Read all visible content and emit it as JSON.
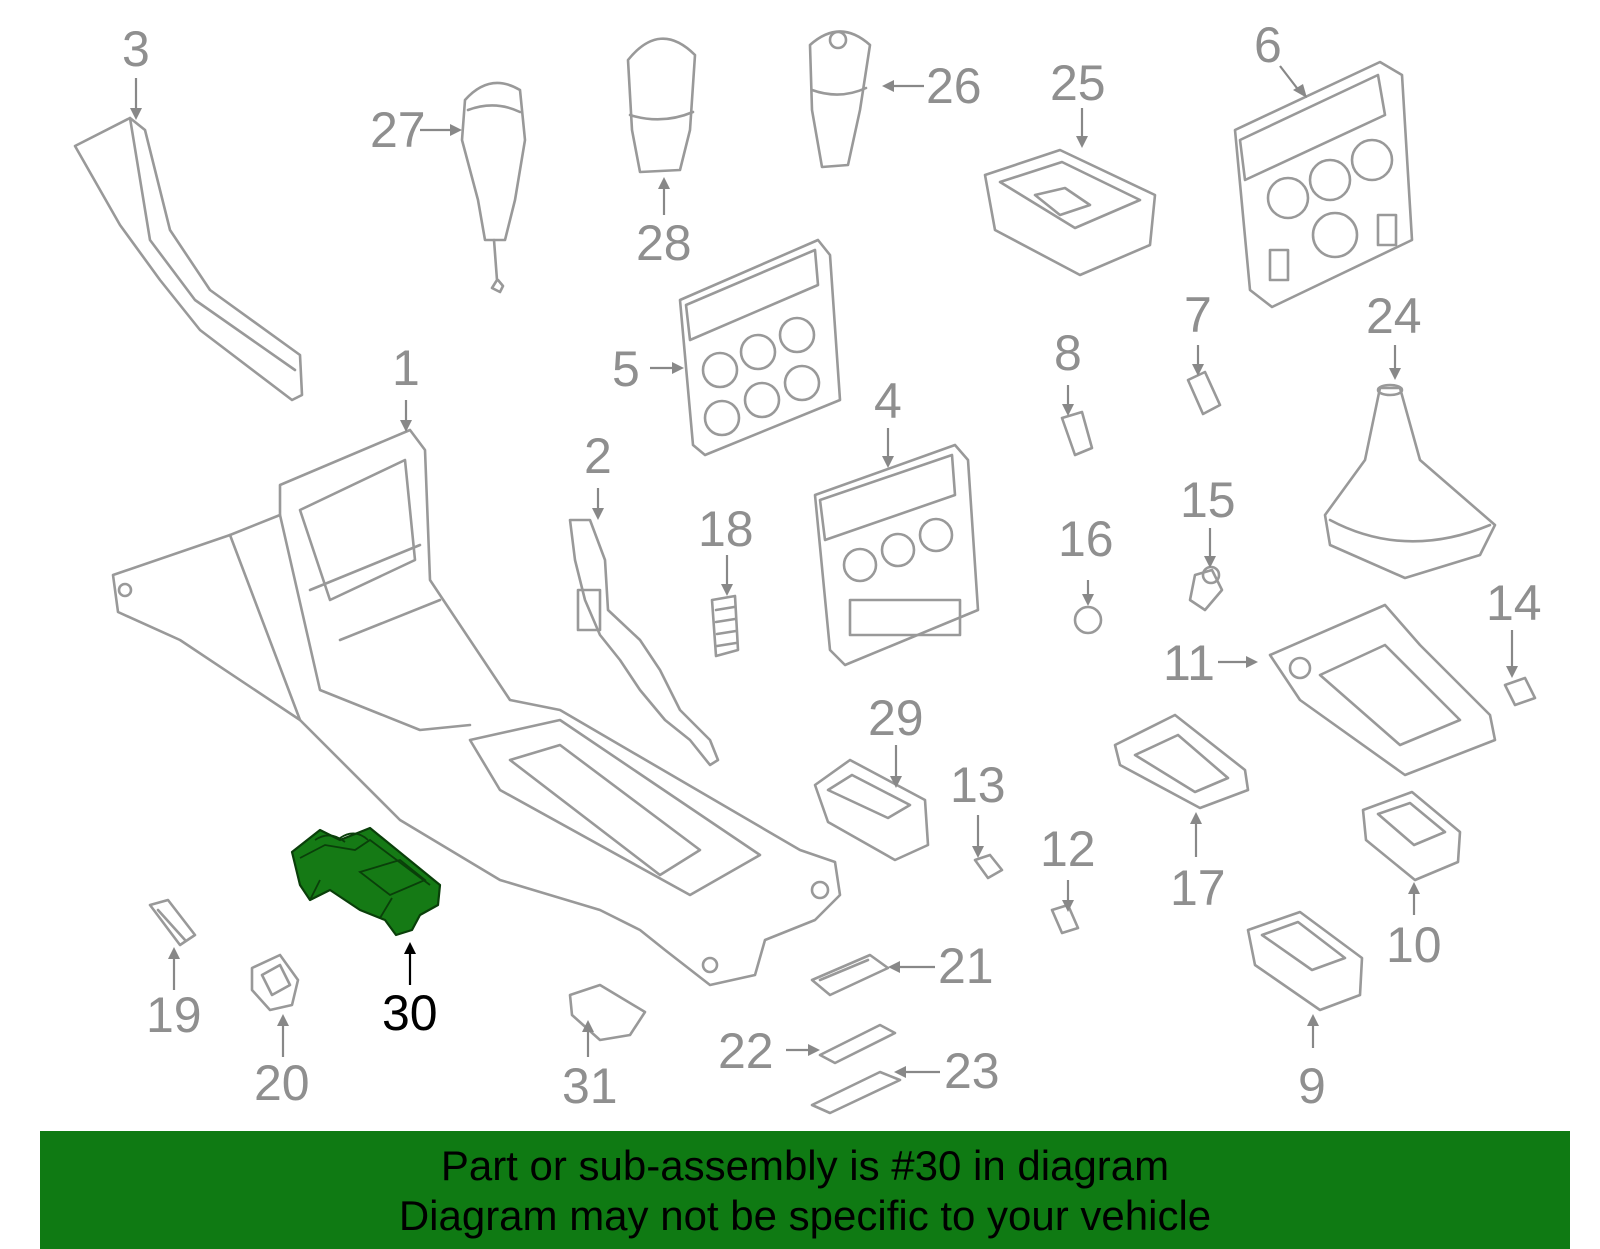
{
  "diagram": {
    "highlighted_part": "30",
    "callouts": [
      {
        "id": "c1",
        "label": "1"
      },
      {
        "id": "c2",
        "label": "2"
      },
      {
        "id": "c3",
        "label": "3"
      },
      {
        "id": "c4",
        "label": "4"
      },
      {
        "id": "c5",
        "label": "5"
      },
      {
        "id": "c6",
        "label": "6"
      },
      {
        "id": "c7",
        "label": "7"
      },
      {
        "id": "c8",
        "label": "8"
      },
      {
        "id": "c9",
        "label": "9"
      },
      {
        "id": "c10",
        "label": "10"
      },
      {
        "id": "c11",
        "label": "11"
      },
      {
        "id": "c12",
        "label": "12"
      },
      {
        "id": "c13",
        "label": "13"
      },
      {
        "id": "c14",
        "label": "14"
      },
      {
        "id": "c15",
        "label": "15"
      },
      {
        "id": "c16",
        "label": "16"
      },
      {
        "id": "c17",
        "label": "17"
      },
      {
        "id": "c18",
        "label": "18"
      },
      {
        "id": "c19",
        "label": "19"
      },
      {
        "id": "c20",
        "label": "20"
      },
      {
        "id": "c21",
        "label": "21"
      },
      {
        "id": "c22",
        "label": "22"
      },
      {
        "id": "c23",
        "label": "23"
      },
      {
        "id": "c24",
        "label": "24"
      },
      {
        "id": "c25",
        "label": "25"
      },
      {
        "id": "c26",
        "label": "26"
      },
      {
        "id": "c27",
        "label": "27"
      },
      {
        "id": "c28",
        "label": "28"
      },
      {
        "id": "c29",
        "label": "29"
      },
      {
        "id": "c30",
        "label": "30"
      },
      {
        "id": "c31",
        "label": "31"
      }
    ],
    "colors": {
      "highlight": "#157a15",
      "banner": "#0f7a13",
      "line_art": "#999999"
    }
  },
  "banner": {
    "line1": "Part or sub-assembly is #30 in diagram",
    "line2": "Diagram may not be specific to your vehicle"
  }
}
